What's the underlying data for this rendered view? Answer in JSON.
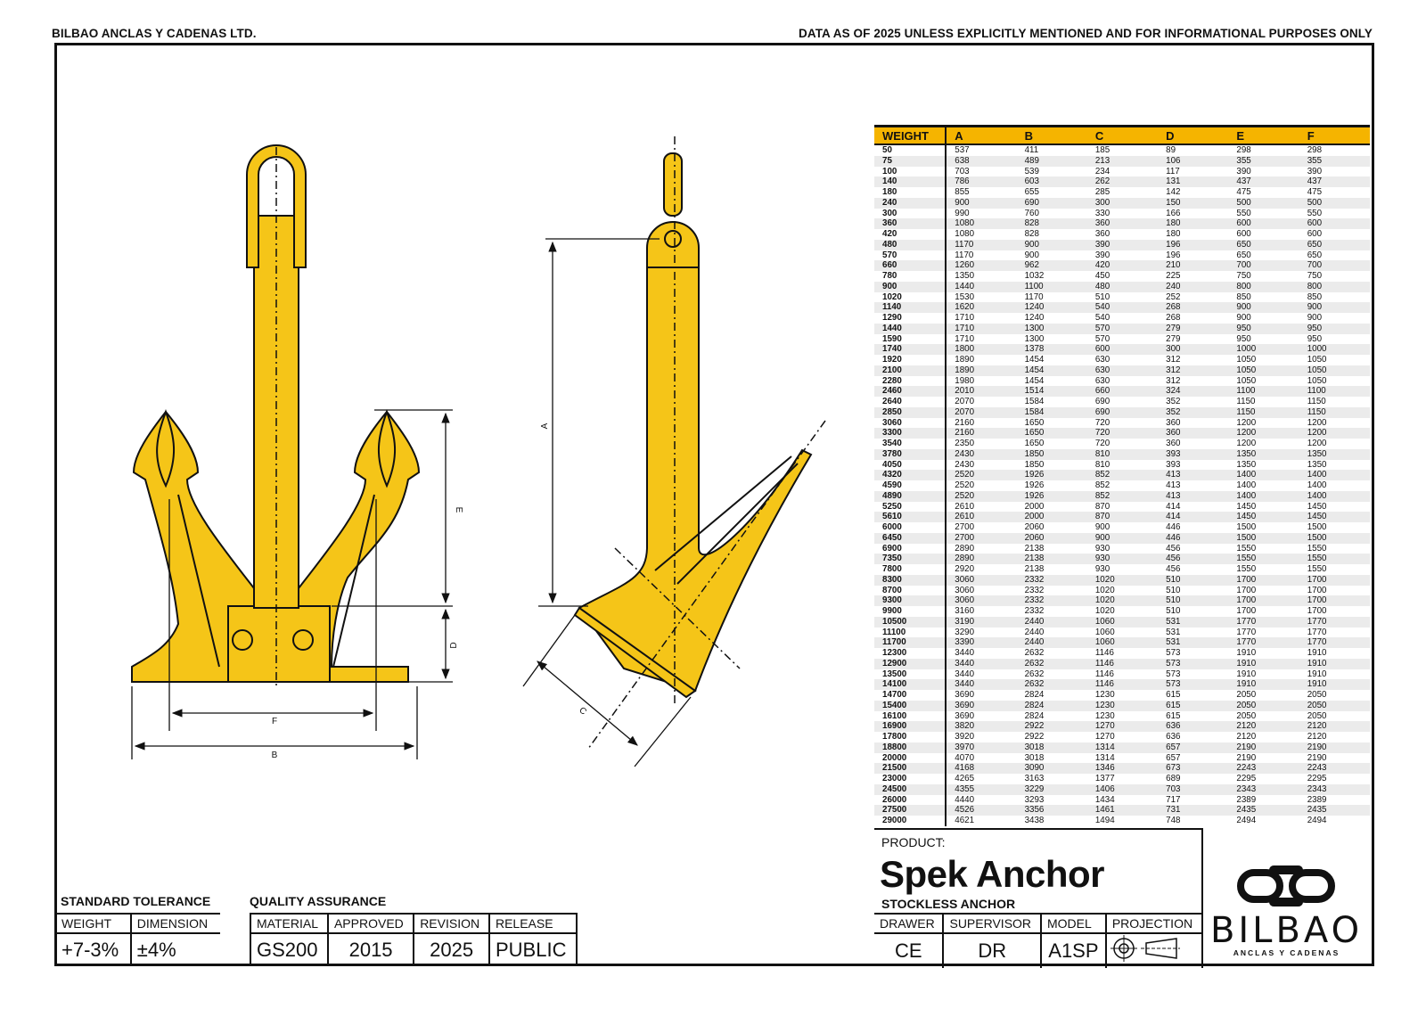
{
  "header": {
    "company": "BILBAO ANCLAS Y CADENAS LTD.",
    "disclaimer": "DATA AS OF 2025 UNLESS EXPLICITLY MENTIONED AND FOR INFORMATIONAL PURPOSES ONLY"
  },
  "drawing": {
    "dim_labels": {
      "a": "A",
      "b": "B",
      "c": "C",
      "d": "D",
      "e": "E",
      "f": "F"
    },
    "colors": {
      "fill": "#f5c518",
      "stroke": "#111111"
    }
  },
  "table": {
    "headers": [
      "WEIGHT",
      "A",
      "B",
      "C",
      "D",
      "E",
      "F"
    ],
    "rows": [
      [
        "50",
        "537",
        "411",
        "185",
        "89",
        "298",
        "298"
      ],
      [
        "75",
        "638",
        "489",
        "213",
        "106",
        "355",
        "355"
      ],
      [
        "100",
        "703",
        "539",
        "234",
        "117",
        "390",
        "390"
      ],
      [
        "140",
        "786",
        "603",
        "262",
        "131",
        "437",
        "437"
      ],
      [
        "180",
        "855",
        "655",
        "285",
        "142",
        "475",
        "475"
      ],
      [
        "240",
        "900",
        "690",
        "300",
        "150",
        "500",
        "500"
      ],
      [
        "300",
        "990",
        "760",
        "330",
        "166",
        "550",
        "550"
      ],
      [
        "360",
        "1080",
        "828",
        "360",
        "180",
        "600",
        "600"
      ],
      [
        "420",
        "1080",
        "828",
        "360",
        "180",
        "600",
        "600"
      ],
      [
        "480",
        "1170",
        "900",
        "390",
        "196",
        "650",
        "650"
      ],
      [
        "570",
        "1170",
        "900",
        "390",
        "196",
        "650",
        "650"
      ],
      [
        "660",
        "1260",
        "962",
        "420",
        "210",
        "700",
        "700"
      ],
      [
        "780",
        "1350",
        "1032",
        "450",
        "225",
        "750",
        "750"
      ],
      [
        "900",
        "1440",
        "1100",
        "480",
        "240",
        "800",
        "800"
      ],
      [
        "1020",
        "1530",
        "1170",
        "510",
        "252",
        "850",
        "850"
      ],
      [
        "1140",
        "1620",
        "1240",
        "540",
        "268",
        "900",
        "900"
      ],
      [
        "1290",
        "1710",
        "1240",
        "540",
        "268",
        "900",
        "900"
      ],
      [
        "1440",
        "1710",
        "1300",
        "570",
        "279",
        "950",
        "950"
      ],
      [
        "1590",
        "1710",
        "1300",
        "570",
        "279",
        "950",
        "950"
      ],
      [
        "1740",
        "1800",
        "1378",
        "600",
        "300",
        "1000",
        "1000"
      ],
      [
        "1920",
        "1890",
        "1454",
        "630",
        "312",
        "1050",
        "1050"
      ],
      [
        "2100",
        "1890",
        "1454",
        "630",
        "312",
        "1050",
        "1050"
      ],
      [
        "2280",
        "1980",
        "1454",
        "630",
        "312",
        "1050",
        "1050"
      ],
      [
        "2460",
        "2010",
        "1514",
        "660",
        "324",
        "1100",
        "1100"
      ],
      [
        "2640",
        "2070",
        "1584",
        "690",
        "352",
        "1150",
        "1150"
      ],
      [
        "2850",
        "2070",
        "1584",
        "690",
        "352",
        "1150",
        "1150"
      ],
      [
        "3060",
        "2160",
        "1650",
        "720",
        "360",
        "1200",
        "1200"
      ],
      [
        "3300",
        "2160",
        "1650",
        "720",
        "360",
        "1200",
        "1200"
      ],
      [
        "3540",
        "2350",
        "1650",
        "720",
        "360",
        "1200",
        "1200"
      ],
      [
        "3780",
        "2430",
        "1850",
        "810",
        "393",
        "1350",
        "1350"
      ],
      [
        "4050",
        "2430",
        "1850",
        "810",
        "393",
        "1350",
        "1350"
      ],
      [
        "4320",
        "2520",
        "1926",
        "852",
        "413",
        "1400",
        "1400"
      ],
      [
        "4590",
        "2520",
        "1926",
        "852",
        "413",
        "1400",
        "1400"
      ],
      [
        "4890",
        "2520",
        "1926",
        "852",
        "413",
        "1400",
        "1400"
      ],
      [
        "5250",
        "2610",
        "2000",
        "870",
        "414",
        "1450",
        "1450"
      ],
      [
        "5610",
        "2610",
        "2000",
        "870",
        "414",
        "1450",
        "1450"
      ],
      [
        "6000",
        "2700",
        "2060",
        "900",
        "446",
        "1500",
        "1500"
      ],
      [
        "6450",
        "2700",
        "2060",
        "900",
        "446",
        "1500",
        "1500"
      ],
      [
        "6900",
        "2890",
        "2138",
        "930",
        "456",
        "1550",
        "1550"
      ],
      [
        "7350",
        "2890",
        "2138",
        "930",
        "456",
        "1550",
        "1550"
      ],
      [
        "7800",
        "2920",
        "2138",
        "930",
        "456",
        "1550",
        "1550"
      ],
      [
        "8300",
        "3060",
        "2332",
        "1020",
        "510",
        "1700",
        "1700"
      ],
      [
        "8700",
        "3060",
        "2332",
        "1020",
        "510",
        "1700",
        "1700"
      ],
      [
        "9300",
        "3060",
        "2332",
        "1020",
        "510",
        "1700",
        "1700"
      ],
      [
        "9900",
        "3160",
        "2332",
        "1020",
        "510",
        "1700",
        "1700"
      ],
      [
        "10500",
        "3190",
        "2440",
        "1060",
        "531",
        "1770",
        "1770"
      ],
      [
        "11100",
        "3290",
        "2440",
        "1060",
        "531",
        "1770",
        "1770"
      ],
      [
        "11700",
        "3390",
        "2440",
        "1060",
        "531",
        "1770",
        "1770"
      ],
      [
        "12300",
        "3440",
        "2632",
        "1146",
        "573",
        "1910",
        "1910"
      ],
      [
        "12900",
        "3440",
        "2632",
        "1146",
        "573",
        "1910",
        "1910"
      ],
      [
        "13500",
        "3440",
        "2632",
        "1146",
        "573",
        "1910",
        "1910"
      ],
      [
        "14100",
        "3440",
        "2632",
        "1146",
        "573",
        "1910",
        "1910"
      ],
      [
        "14700",
        "3690",
        "2824",
        "1230",
        "615",
        "2050",
        "2050"
      ],
      [
        "15400",
        "3690",
        "2824",
        "1230",
        "615",
        "2050",
        "2050"
      ],
      [
        "16100",
        "3690",
        "2824",
        "1230",
        "615",
        "2050",
        "2050"
      ],
      [
        "16900",
        "3820",
        "2922",
        "1270",
        "636",
        "2120",
        "2120"
      ],
      [
        "17800",
        "3920",
        "2922",
        "1270",
        "636",
        "2120",
        "2120"
      ],
      [
        "18800",
        "3970",
        "3018",
        "1314",
        "657",
        "2190",
        "2190"
      ],
      [
        "20000",
        "4070",
        "3018",
        "1314",
        "657",
        "2190",
        "2190"
      ],
      [
        "21500",
        "4168",
        "3090",
        "1346",
        "673",
        "2243",
        "2243"
      ],
      [
        "23000",
        "4265",
        "3163",
        "1377",
        "689",
        "2295",
        "2295"
      ],
      [
        "24500",
        "4355",
        "3229",
        "1406",
        "703",
        "2343",
        "2343"
      ],
      [
        "26000",
        "4440",
        "3293",
        "1434",
        "717",
        "2389",
        "2389"
      ],
      [
        "27500",
        "4526",
        "3356",
        "1461",
        "731",
        "2435",
        "2435"
      ],
      [
        "29000",
        "4621",
        "3438",
        "1494",
        "748",
        "2494",
        "2494"
      ]
    ]
  },
  "tolerance": {
    "title": "STANDARD TOLERANCE",
    "labels": [
      "WEIGHT",
      "DIMENSION"
    ],
    "values": [
      "+7-3%",
      "±4%"
    ]
  },
  "quality": {
    "title": "QUALITY ASSURANCE",
    "labels": [
      "MATERIAL",
      "APPROVED",
      "REVISION",
      "RELEASE"
    ],
    "values": [
      "GS200",
      "2015",
      "2025",
      "PUBLIC"
    ]
  },
  "product": {
    "label": "PRODUCT:",
    "name": "Spek Anchor",
    "subtitle": "STOCKLESS ANCHOR",
    "info_labels": [
      "DRAWER",
      "SUPERVISOR",
      "MODEL",
      "PROJECTION"
    ],
    "info_values": [
      "CE",
      "DR",
      "A1SP"
    ]
  },
  "logo": {
    "word": "BILBAO",
    "sub": "ANCLAS Y CADENAS"
  }
}
